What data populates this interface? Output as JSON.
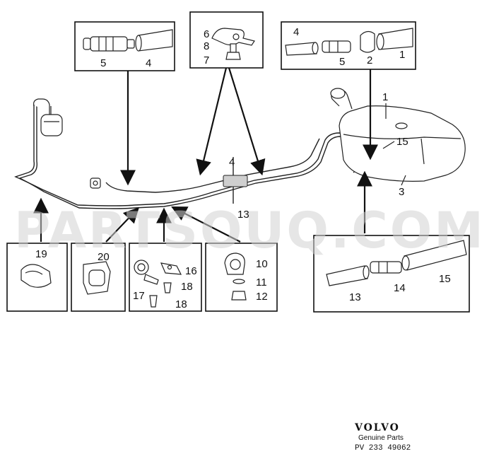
{
  "watermark": "PARTSOUQ.COM",
  "brand": {
    "name": "VOLVO",
    "tagline": "Genuine Parts",
    "code": "PV 233 49062"
  },
  "callouts": {
    "box_a": [
      "5",
      "4"
    ],
    "box_b": [
      "6",
      "8",
      "7"
    ],
    "box_c": [
      "4",
      "5",
      "2",
      "1"
    ],
    "main": [
      "1",
      "15",
      "3",
      "4",
      "13"
    ],
    "box_19": [
      "19"
    ],
    "box_20": [
      "20"
    ],
    "box_16": [
      "16",
      "17",
      "18",
      "18"
    ],
    "box_10": [
      "10",
      "11",
      "12"
    ],
    "box_13": [
      "13",
      "14",
      "15"
    ]
  }
}
